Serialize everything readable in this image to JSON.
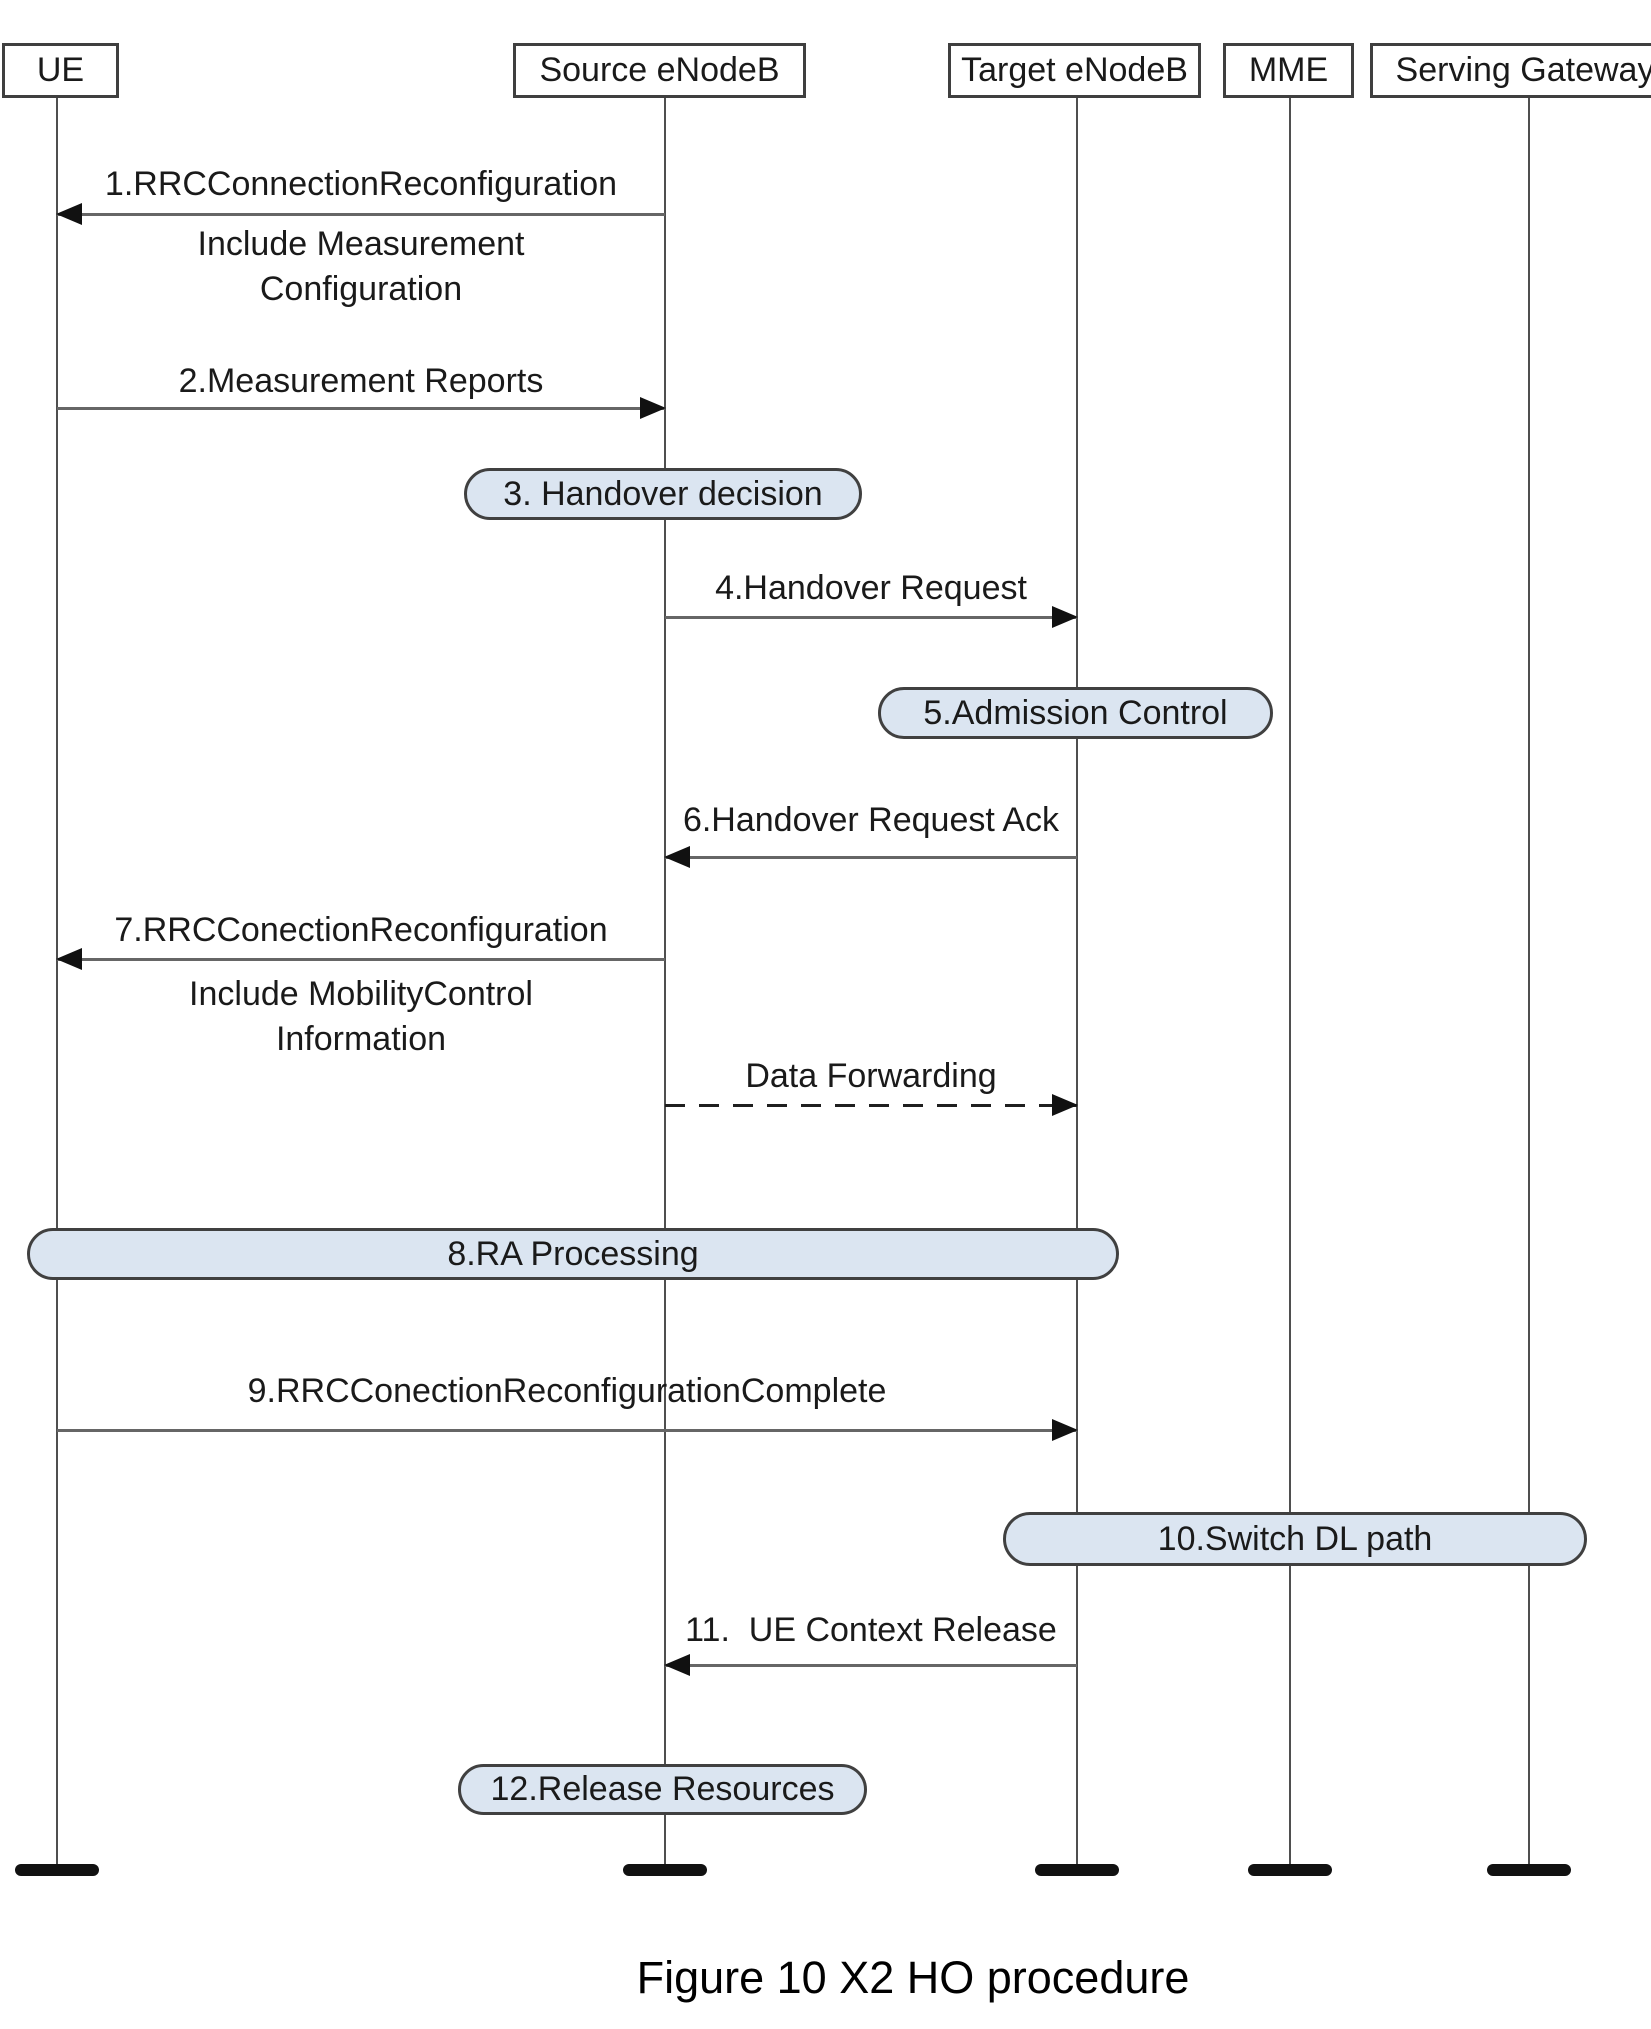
{
  "diagram": {
    "caption": "Figure 10 X2 HO procedure",
    "actors": [
      {
        "id": "ue",
        "label": "UE"
      },
      {
        "id": "source-enodeb",
        "label": "Source eNodeB"
      },
      {
        "id": "target-enodeb",
        "label": "Target eNodeB"
      },
      {
        "id": "mme",
        "label": "MME"
      },
      {
        "id": "serving-gateway",
        "label": "Serving Gateway"
      }
    ],
    "messages": [
      {
        "label": "1.RRCConnectionReconfiguration",
        "from": "source-enodeb",
        "to": "ue",
        "style": "solid",
        "note": "Include Measurement\nConfiguration"
      },
      {
        "label": "2.Measurement Reports",
        "from": "ue",
        "to": "source-enodeb",
        "style": "solid"
      },
      {
        "label": "4.Handover Request",
        "from": "source-enodeb",
        "to": "target-enodeb",
        "style": "solid"
      },
      {
        "label": "6.Handover Request Ack",
        "from": "target-enodeb",
        "to": "source-enodeb",
        "style": "solid"
      },
      {
        "label": "7.RRCConectionReconfiguration",
        "from": "source-enodeb",
        "to": "ue",
        "style": "solid",
        "note": "Include MobilityControl\nInformation"
      },
      {
        "label": "Data Forwarding",
        "from": "source-enodeb",
        "to": "target-enodeb",
        "style": "dashed"
      },
      {
        "label": "9.RRCConectionReconfigurationComplete",
        "from": "ue",
        "to": "target-enodeb",
        "style": "solid"
      },
      {
        "label": "11.  UE Context Release",
        "from": "target-enodeb",
        "to": "source-enodeb",
        "style": "solid"
      }
    ],
    "actions": [
      {
        "label": "3. Handover decision",
        "at": "source-enodeb"
      },
      {
        "label": "5.Admission Control",
        "at": "target-enodeb"
      },
      {
        "label": "8.RA Processing",
        "span": "ue to target-enodeb"
      },
      {
        "label": "10.Switch DL path",
        "span": "target-enodeb to serving-gateway"
      },
      {
        "label": "12.Release Resources",
        "at": "source-enodeb"
      }
    ],
    "colors": {
      "action_fill": "#dbe5f1",
      "action_border": "#404040",
      "message_line": "#666666",
      "arrowhead": "#111111",
      "lifeline": "#4f4f4f"
    }
  }
}
